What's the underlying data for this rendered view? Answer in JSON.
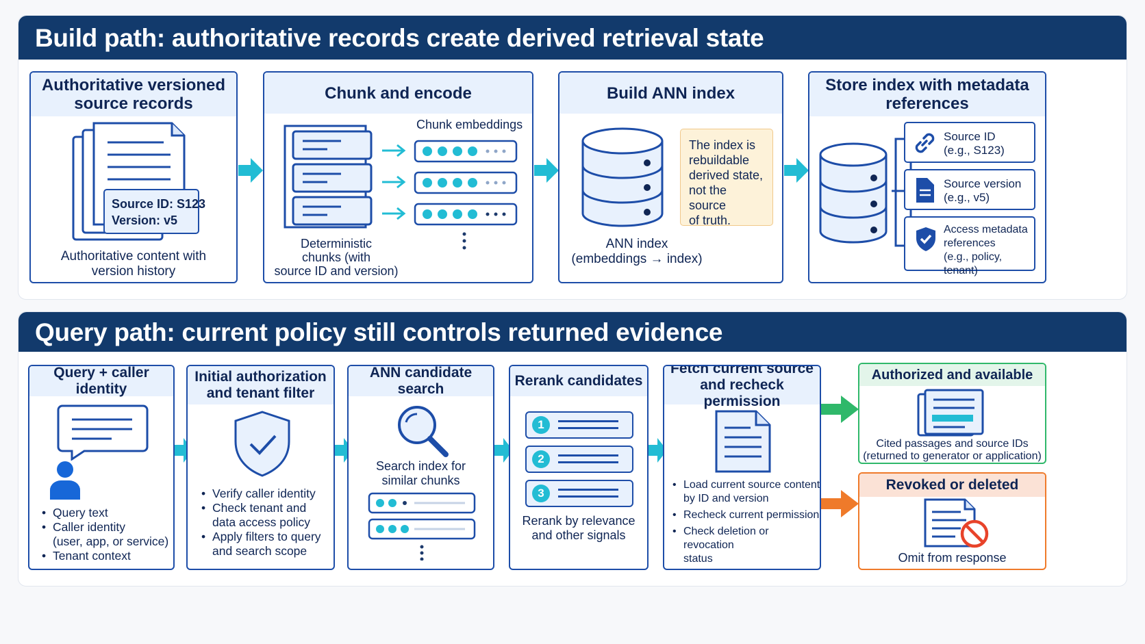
{
  "build": {
    "title": "Build path: authoritative records create derived retrieval state",
    "cards": [
      {
        "title": "Authoritative versioned\nsource records",
        "badge_line1": "Source ID: S123",
        "badge_line2": "Version: v5",
        "caption": "Authoritative content with\nversion history"
      },
      {
        "title": "Chunk and encode",
        "embeddings_label": "Chunk embeddings",
        "caption": "Deterministic\nchunks (with\nsource ID and version)"
      },
      {
        "title": "Build ANN index",
        "note": "The index is\nrebuildable\nderived state,\nnot the source\nof truth.",
        "caption": "ANN index\n(embeddings → index)"
      },
      {
        "title": "Store index with metadata\nreferences",
        "refs": [
          {
            "label": "Source ID\n(e.g., S123)",
            "icon": "link-icon"
          },
          {
            "label": "Source version\n(e.g., v5)",
            "icon": "document-icon"
          },
          {
            "label": "Access metadata\nreferences\n(e.g., policy, tenant)",
            "icon": "shield-check-icon"
          }
        ]
      }
    ]
  },
  "query": {
    "title": "Query path: current policy still controls returned evidence",
    "cards": [
      {
        "title": "Query + caller identity",
        "bullets": [
          "Query text",
          "Caller identity\n(user, app, or service)",
          "Tenant context"
        ]
      },
      {
        "title": "Initial authorization\nand tenant filter",
        "bullets": [
          "Verify caller identity",
          "Check tenant and\ndata access policy",
          "Apply filters to query\nand search scope"
        ]
      },
      {
        "title": "ANN candidate search",
        "caption": "Search index for\nsimilar chunks"
      },
      {
        "title": "Rerank candidates",
        "ranks": [
          "1",
          "2",
          "3"
        ],
        "caption": "Rerank by relevance\nand other signals"
      },
      {
        "title": "Fetch current source\nand recheck permission",
        "bullets": [
          "Load current source content\nby ID and version",
          "Recheck current permission",
          "Check deletion or revocation\nstatus"
        ]
      }
    ],
    "outcomes": [
      {
        "title": "Authorized and available",
        "caption": "Cited passages and source IDs\n(returned to generator or application)"
      },
      {
        "title": "Revoked or deleted",
        "caption": "Omit from response"
      }
    ]
  },
  "colors": {
    "navy": "#123a6c",
    "blue": "#1d4da8",
    "teal": "#22bcd4",
    "green": "#2fb86a",
    "orange": "#ef7a2a",
    "note": "#fdf2d9"
  }
}
